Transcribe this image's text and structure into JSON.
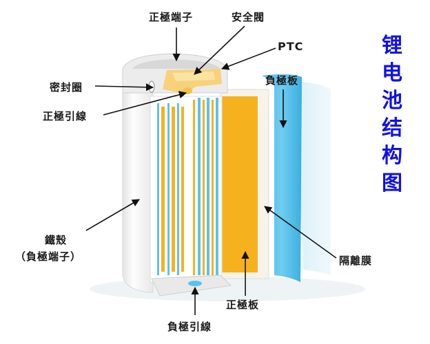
{
  "title": {
    "text": "锂电池结构图",
    "chars": [
      "锂",
      "电",
      "池",
      "结",
      "构",
      "图"
    ],
    "color": "#1010e8"
  },
  "labels": {
    "positive_terminal": "正極端子",
    "safety_valve": "安全閥",
    "ptc": "PTC",
    "gasket": "密封圈",
    "positive_lead": "正極引線",
    "negative_plate": "負極板",
    "steel_case": "鐵殼",
    "steel_case_sub": "（負極端子）",
    "separator": "隔離膜",
    "positive_plate": "正極板",
    "negative_lead": "負極引線"
  },
  "colors": {
    "positive_plate": "#f5b21e",
    "negative_plate": "#5bc3ea",
    "separator": "#f4f1e8",
    "case": "#f2f2f2",
    "cap": "#f7d27a"
  }
}
